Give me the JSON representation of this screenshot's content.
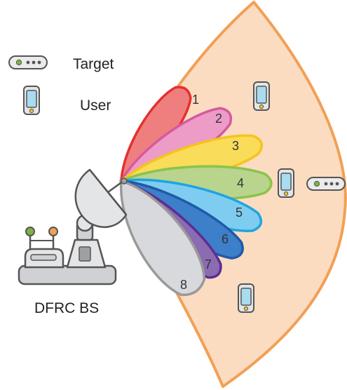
{
  "legend": {
    "target_label": "Target",
    "user_label": "User"
  },
  "base_station": {
    "label": "DFRC BS"
  },
  "sector": {
    "fill_color": "#fbdcc1",
    "stroke_color": "#f2a055"
  },
  "beams": [
    {
      "number": "1",
      "fill": "#ef7f7f",
      "stroke": "#e53030"
    },
    {
      "number": "2",
      "fill": "#ec9cc6",
      "stroke": "#d45a9f"
    },
    {
      "number": "3",
      "fill": "#f9dc5a",
      "stroke": "#f5c31d"
    },
    {
      "number": "4",
      "fill": "#b8d48d",
      "stroke": "#8bc34a"
    },
    {
      "number": "5",
      "fill": "#7ecdf0",
      "stroke": "#1ea4e0"
    },
    {
      "number": "6",
      "fill": "#3d7fc8",
      "stroke": "#1f5aa8"
    },
    {
      "number": "7",
      "fill": "#8b6bb1",
      "stroke": "#5c2e91"
    },
    {
      "number": "8",
      "fill": "#d8d9dc",
      "stroke": "#9a9a9a"
    }
  ],
  "icons": {
    "target": "target-icon",
    "user": "user-phone-icon",
    "base_station": "dish-antenna-icon"
  }
}
